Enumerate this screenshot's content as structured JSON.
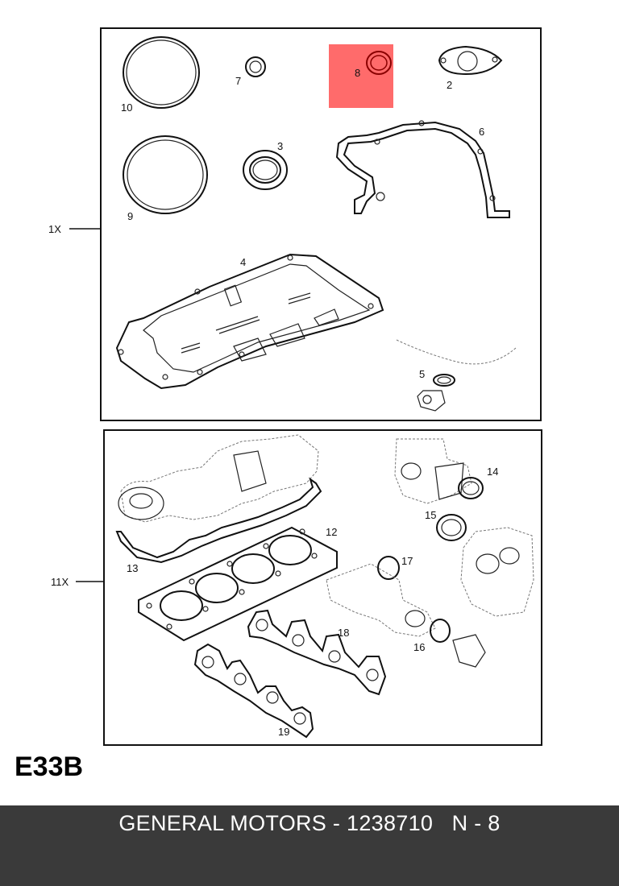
{
  "diagram": {
    "code": "E33B",
    "highlight_color": "#ff6b6b",
    "groups": [
      {
        "quantity": "1X"
      },
      {
        "quantity": "11X"
      }
    ],
    "parts": {
      "p2": "2",
      "p3": "3",
      "p4": "4",
      "p5": "5",
      "p6": "6",
      "p7": "7",
      "p8": "8",
      "p9": "9",
      "p10": "10",
      "p12": "12",
      "p13": "13",
      "p14": "14",
      "p15": "15",
      "p16": "16",
      "p17": "17",
      "p18": "18",
      "p19": "19"
    }
  },
  "footer": {
    "text": "GENERAL MOTORS - 1238710   N - 8",
    "background": "#3a3a3a"
  }
}
